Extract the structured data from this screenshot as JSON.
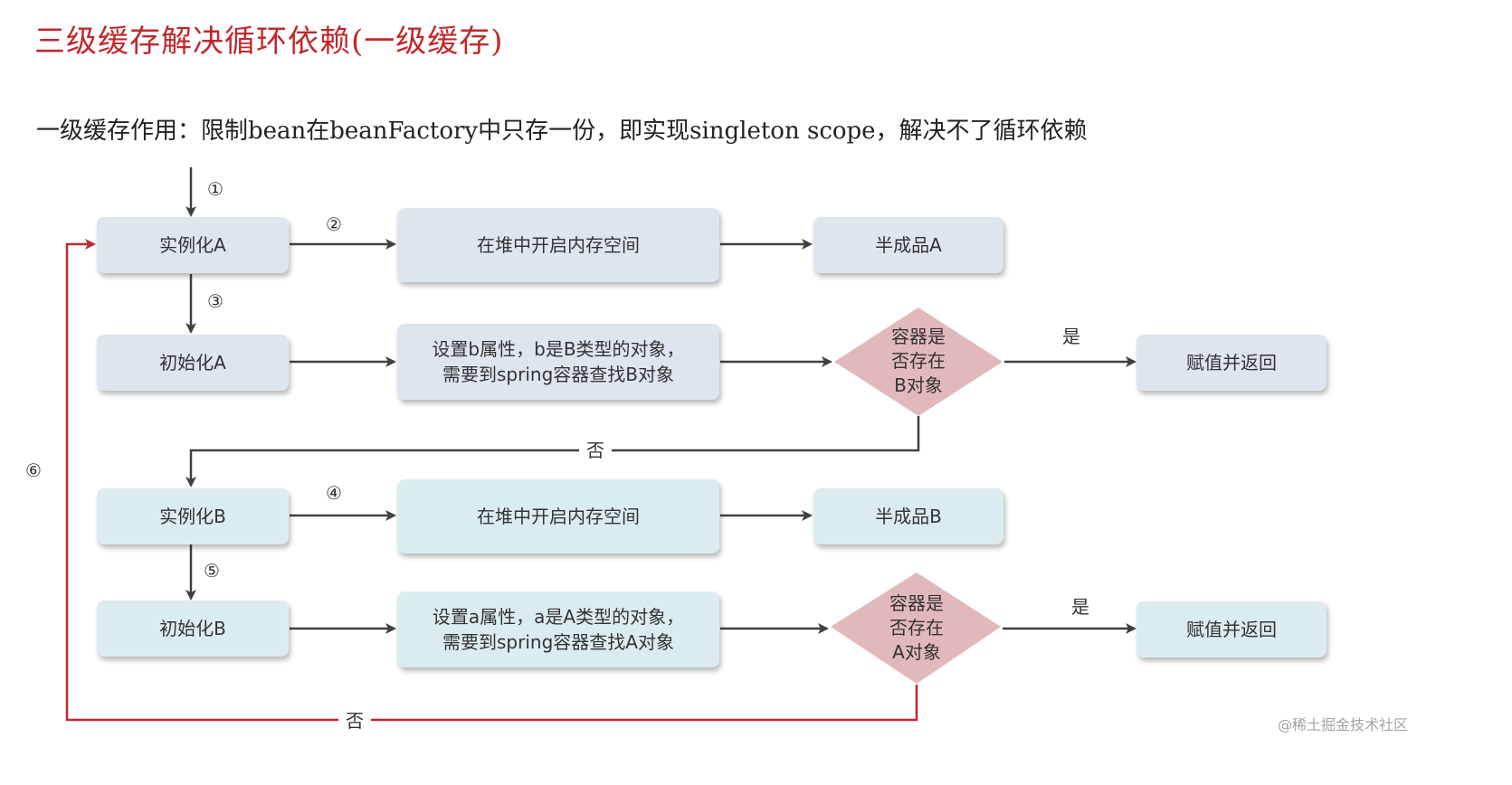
{
  "title": "三级缓存解决循环依赖(一级缓存)",
  "subtitle": "一级缓存作用：限制bean在beanFactory中只存一份，即实现singleton scope，解决不了循环依赖",
  "nodes": {
    "instantiate_a": "实例化A",
    "heap_alloc_a": "在堆中开启内存空间",
    "semi_a": "半成品A",
    "init_a": "初始化A",
    "set_b_line1": "设置b属性，b是B类型的对象，",
    "set_b_line2": "需要到spring容器查找B对象",
    "decision_b_line1": "容器是",
    "decision_b_line2": "否存在",
    "decision_b_line3": "B对象",
    "assign_return_1": "赋值并返回",
    "instantiate_b": "实例化B",
    "heap_alloc_b": "在堆中开启内存空间",
    "semi_b": "半成品B",
    "init_b": "初始化B",
    "set_a_line1": "设置a属性，a是A类型的对象，",
    "set_a_line2": "需要到spring容器查找A对象",
    "decision_a_line1": "容器是",
    "decision_a_line2": "否存在",
    "decision_a_line3": "A对象",
    "assign_return_2": "赋值并返回"
  },
  "edge_labels": {
    "yes_1": "是",
    "no_1": "否",
    "yes_2": "是",
    "no_2": "否"
  },
  "steps": {
    "s1": "①",
    "s2": "②",
    "s3": "③",
    "s4": "④",
    "s5": "⑤",
    "s6": "⑥"
  },
  "watermark": "@稀土掘金技术社区",
  "colors": {
    "title": "#c0282d",
    "box_a": "#dde5ef",
    "box_b": "#dbecf1",
    "decision": "#e2b9bb",
    "loop_line": "#c0282d",
    "arrow": "#404040"
  }
}
